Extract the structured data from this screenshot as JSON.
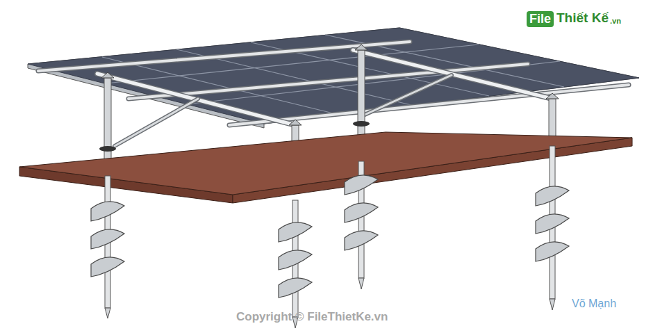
{
  "diagram": {
    "labels": [
      "File",
      "Thiết Kế",
      ".vn",
      "Võ Mạnh",
      "Copyright © FileThietKe.vn"
    ]
  }
}
